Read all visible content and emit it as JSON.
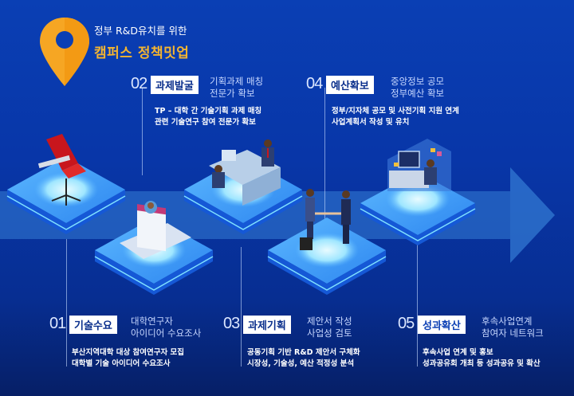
{
  "header": {
    "subtitle": "정부 R&D유치를 위한",
    "title": "캠퍼스 정책밋업",
    "pin_icon_color": "#f6a623"
  },
  "colors": {
    "background": "#0a3fb4",
    "accent_yellow": "#f3b431",
    "tag_bg": "#ffffff",
    "tag_text": "#0a2f8c",
    "platform": "#3a9cff"
  },
  "steps": [
    {
      "num": "01",
      "tag": "기술수요",
      "sub1": "대학연구자",
      "sub2": "아이디어 수요조사",
      "desc1": "부산지역대학 대상 참여연구자 모집",
      "desc2": "대학별 기술 아이디어 수요조사",
      "illustration": "red-office-chair"
    },
    {
      "num": "02",
      "tag": "과제발굴",
      "sub1": "기획과제 매칭",
      "sub2": "전문가 확보",
      "desc1": "TP – 대학 간  기술기획 과제 매칭",
      "desc2": "관련 기술연구 참여 전문가 확보",
      "illustration": "resume-laptop"
    },
    {
      "num": "03",
      "tag": "과제기획",
      "sub1": "제안서 작성",
      "sub2": "사업성 검토",
      "desc1": "공동기획 기반 R&D 제안서 구체화",
      "desc2": "시장성, 기술성, 예산 적정성 분석",
      "illustration": "interview-desk"
    },
    {
      "num": "04",
      "tag": "예산확보",
      "sub1": "중앙정보 공모",
      "sub2": "정부예산 확보",
      "desc1": "정부/지자체 공모 및 사전기획 지원 연계",
      "desc2": "사업계획서 작성 및 유치",
      "illustration": "handshake"
    },
    {
      "num": "05",
      "tag": "성과확산",
      "sub1": "후속사업연계",
      "sub2": "참여자 네트워크",
      "desc1": "후속사업 연계 및 홍보",
      "desc2": "성과공유회 개최 등 성과공유 및 확산",
      "illustration": "workstation"
    }
  ]
}
